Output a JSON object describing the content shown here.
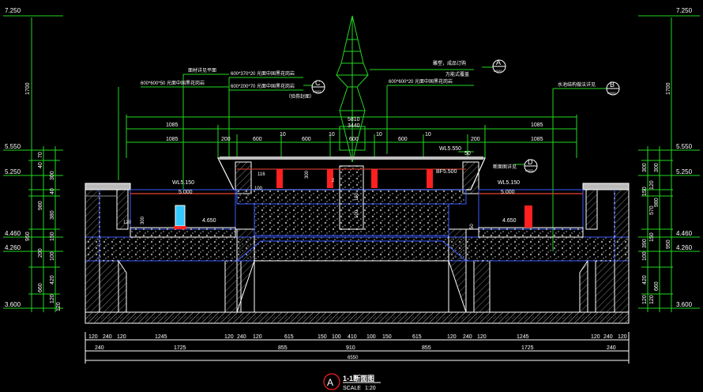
{
  "colors": {
    "bg": "#000000",
    "line": "#21d821",
    "struct": "#ffffff",
    "dim": "#ffffff",
    "water": "#c0392b",
    "blue": "#3b5bff",
    "hatch": "#8a8a8a",
    "red": "#ff2020",
    "cyan": "#35c7ff"
  },
  "levels": {
    "left": [
      "7.250",
      "5.550",
      "5.250",
      "4.460",
      "4.260",
      "3.600"
    ],
    "right": [
      "7.250",
      "5.550",
      "5.250",
      "4.460",
      "4.260",
      "3.600"
    ],
    "left_dims": [
      "1700",
      "70",
      "40",
      "300",
      "40",
      "380",
      "980",
      "950",
      "200",
      "100",
      "150",
      "420",
      "660",
      "120",
      "120"
    ],
    "right_dims": [
      "1700",
      "300",
      "300",
      "150",
      "120",
      "570",
      "980",
      "390",
      "100",
      "150",
      "950",
      "420",
      "660",
      "120",
      "120"
    ]
  },
  "notes": {
    "left_top": "面材详见平面",
    "left_1": "600*600*50 光面中国黑花岗岩",
    "mid_top": "600*370*20 光面中国黑花岗岩",
    "mid_2": "600*200*70 光面中国黑花岗岩",
    "mid_3": "（验券封面）",
    "right_top": "雕塑，成品订购",
    "right_2": "万能式覆盖",
    "right_3": "600*600*20 光面中国黑花岗岩",
    "far_right": "水池结构做法详见",
    "side": "断面图详见"
  },
  "callouts": [
    {
      "letter": "A",
      "sub": "LS/22"
    },
    {
      "letter": "C",
      "sub": "LS/22"
    },
    {
      "letter": "B",
      "sub": "LS/22"
    },
    {
      "letter": "D",
      "sub": "LS/22"
    }
  ],
  "elevations": {
    "wl_left": "WL5.150",
    "ground_left": "5.000",
    "floor_left": "4.650",
    "wl_mid": "WL5.550",
    "bf_mid": "BF5.500",
    "wl_right": "WL5.150",
    "ground_right": "5.000",
    "floor_right": "4.650"
  },
  "top_dims": {
    "row1": [
      "5810"
    ],
    "row2": [
      "1085",
      "3440",
      "1085"
    ],
    "row3": [
      "10",
      "10",
      "10",
      "10"
    ],
    "row4": [
      "1085",
      "200",
      "600",
      "600",
      "600",
      "600",
      "200",
      "1085"
    ],
    "row5": [
      "50"
    ]
  },
  "inner_labels": {
    "l120": "120",
    "l300": "300",
    "m100": "100",
    "m300": "300",
    "m2": "2",
    "m150": "150",
    "m100b": "100",
    "m116": "116",
    "r50": "50"
  },
  "bottom_dims": {
    "row1": [
      "120",
      "240",
      "120",
      "1245",
      "120",
      "240",
      "120",
      "615",
      "150",
      "100",
      "410",
      "100",
      "150",
      "615",
      "120",
      "240",
      "120",
      "1245",
      "120",
      "240",
      "120"
    ],
    "row2": [
      "240",
      "1725",
      "855",
      "910",
      "855",
      "1725",
      "240"
    ],
    "row3": [
      "6550"
    ]
  },
  "title": {
    "symbol": "A",
    "name": "1-1断面图",
    "scale_label": "SCALE",
    "scale_value": "1:20"
  }
}
